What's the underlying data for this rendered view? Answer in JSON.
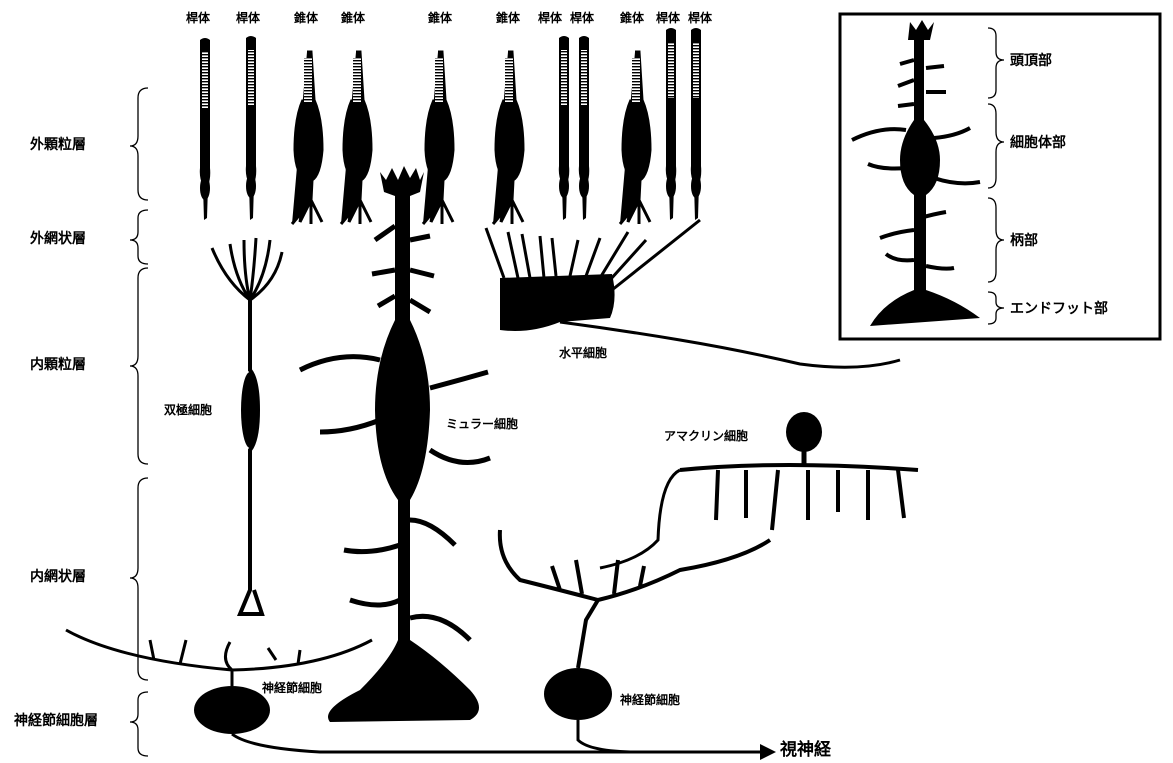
{
  "photoreceptors": {
    "rod": "桿体",
    "cone": "錐体",
    "order": [
      "桿体",
      "桿体",
      "錐体",
      "錐体",
      "錐体",
      "錐体",
      "桿体",
      "桿体",
      "錐体",
      "桿体",
      "桿体"
    ]
  },
  "layers": {
    "outer_nuclear": "外顆粒層",
    "outer_plexiform": "外網状層",
    "inner_nuclear": "内顆粒層",
    "inner_plexiform": "内網状層",
    "ganglion_cell": "神経節細胞層"
  },
  "cells": {
    "bipolar": "双極細胞",
    "muller": "ミュラー細胞",
    "horizontal": "水平細胞",
    "amacrine": "アマクリン細胞",
    "ganglion_1": "神経節細胞",
    "ganglion_2": "神経節細胞"
  },
  "optic_nerve": "視神経",
  "inset": {
    "apex": "頭頂部",
    "cell_body": "細胞体部",
    "stalk": "柄部",
    "endfoot": "エンドフット部"
  },
  "colors": {
    "ink": "#000000",
    "background": "#ffffff"
  }
}
